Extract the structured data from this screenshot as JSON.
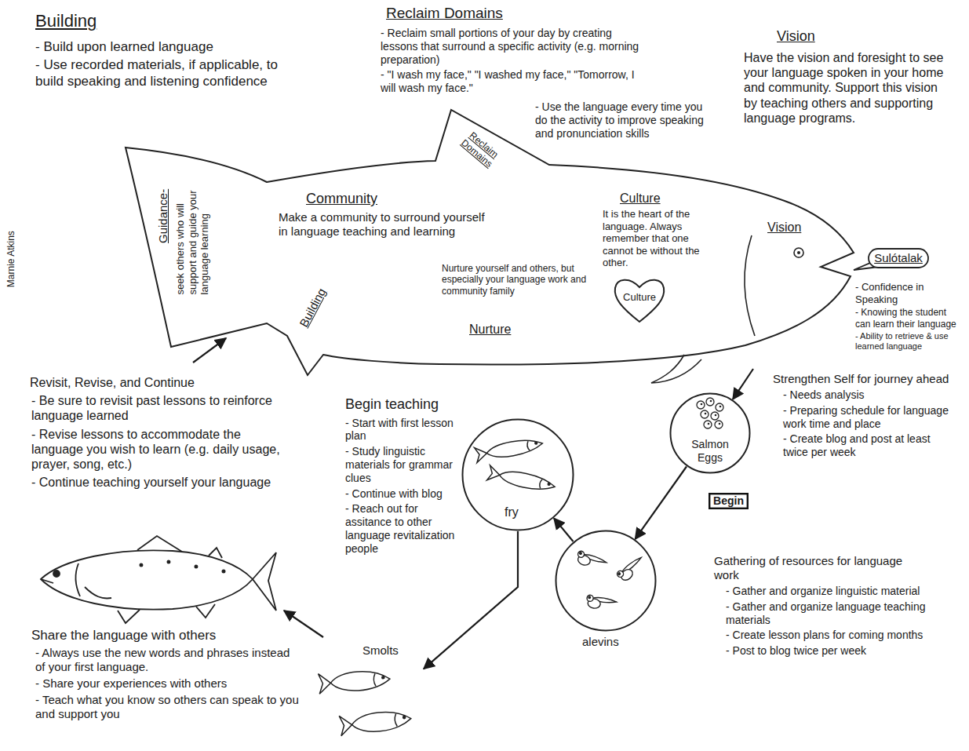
{
  "diagram": {
    "nodes": [
      {
        "text": [
          "Guidance-",
          "seek others who will support and guide your language learning",
          "Building",
          "Reclaim Domains",
          "Community",
          "Make a community to surround yourself in language teaching and learning",
          "Nurture yourself and others, but especially your language work and community family",
          "Nurture",
          "Culture",
          "It is the heart of the language. Always remember that one cannot be without the other.",
          "Vision"
        ]
      },
      {
        "text": [
          "Culture"
        ],
        "in": 0
      },
      {
        "text": [
          "Sulótalak"
        ]
      },
      {
        "text": [
          "Salmon Eggs"
        ]
      },
      {
        "text": [
          "Begin"
        ]
      },
      {
        "text": [
          "alevins"
        ]
      },
      {
        "text": [
          "fry"
        ]
      },
      {
        "text": [
          "Smolts"
        ]
      }
    ],
    "edges": [
      {
        "from": 0,
        "to": 3,
        "arrow": "to"
      },
      {
        "from": 3,
        "to": 5,
        "arrow": "to"
      },
      {
        "from": 5,
        "to": 6,
        "arrow": "to"
      },
      {
        "from": 6,
        "to": 7,
        "arrow": "to"
      }
    ],
    "labels": [
      "Building",
      "- Build upon learned language",
      "- Use recorded materials, if applicable, to build speaking and listening confidence",
      "Reclaim Domains",
      "- Reclaim small portions of your day by creating lessons that surround a specific activity (e.g. morning preparation)",
      "- \"I wash my face,\" \"I washed my face,\" \"Tomorrow, I will wash my face.\"",
      "- Use the language every time you do the activity to improve speaking and pronunciation skills",
      "Vision",
      "Have the vision and foresight to see your language spoken in your home and community. Support this vision by teaching others and supporting language programs.",
      "Marnie Atkins",
      "- Confidence in Speaking",
      "- Knowing the student can learn their language",
      "- Ability to retrieve & use learned language",
      "Strengthen Self for journey ahead",
      "- Needs analysis",
      "- Preparing schedule for language work time and place",
      "- Create blog and post at least twice per week",
      "Revisit, Revise, and Continue",
      "- Be sure to revisit past lessons to reinforce language learned",
      "- Revise lessons to accommodate the language you wish to learn (e.g. daily usage, prayer, song, etc.)",
      "- Continue teaching yourself your language",
      "Begin teaching",
      "- Start with first lesson plan",
      "- Study linguistic materials for grammar clues",
      "- Continue with blog",
      "- Reach out for assitance to other language revitalization people",
      "Gathering of resources for language work",
      "- Gather and organize linguistic material",
      "- Gather and organize language teaching materials",
      "- Create lesson plans for coming months",
      "- Post to blog twice per week",
      "Share the language with others",
      "- Always use the new words and phrases instead of your first language.",
      "- Share your experiences with others",
      "- Teach what you know so others can speak to you and support you"
    ]
  }
}
